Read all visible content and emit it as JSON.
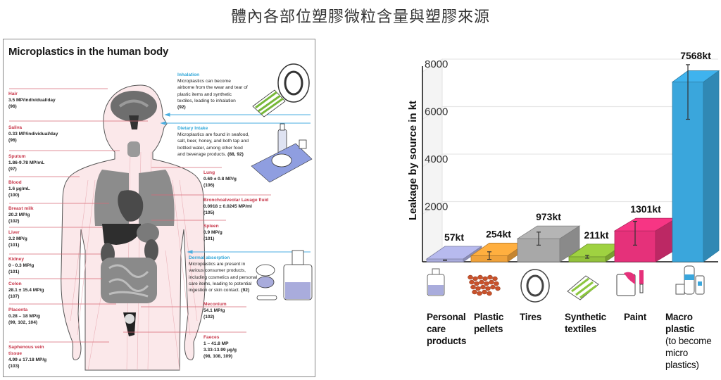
{
  "page": {
    "title": "體內各部位塑膠微粒含量與塑膠來源"
  },
  "body_infographic": {
    "title": "Microplastics in the human body",
    "left_labels": [
      {
        "name": "Hair",
        "value": "3.5 MP/individual/day",
        "ref": "(96)"
      },
      {
        "name": "Saliva",
        "value": "0.33 MP/individual/day",
        "ref": "(96)"
      },
      {
        "name": "Sputum",
        "value": "1.86-9.78 MP/mL",
        "ref": "(97)"
      },
      {
        "name": "Blood",
        "value": "1.6 µg/mL",
        "ref": "(100)"
      },
      {
        "name": "Breast milk",
        "value": "20.2 MP/g",
        "ref": "(102)"
      },
      {
        "name": "Liver",
        "value": "3.2 MP/g",
        "ref": "(101)"
      },
      {
        "name": "Kidney",
        "value": "0 - 0.3 MP/g",
        "ref": "(101)"
      },
      {
        "name": "Colon",
        "value": "28.1 ± 15.4 MP/g",
        "ref": "(107)"
      },
      {
        "name": "Placenta",
        "value": "0.28 – 18 MP/g",
        "ref": "(99, 102, 104)"
      },
      {
        "name": "Saphenous vein tissue",
        "value": "4.99 ± 17.18 MP/g",
        "ref": "(103)"
      }
    ],
    "right_labels": [
      {
        "name": "Lung",
        "value": "0.69 ± 0.8  MP/g",
        "ref": "(106)"
      },
      {
        "name": "Bronchoalveolar Lavage fluid",
        "value": "0.0918 ± 0.0245 MP/ml",
        "ref": "(105)"
      },
      {
        "name": "Spleen",
        "value": "0.9 MP/g",
        "ref": "(101)"
      },
      {
        "name": "Meconium",
        "value": "54.1 MP/g",
        "ref": "(102)"
      },
      {
        "name": "Faeces",
        "value": "1 – 41.8 MP",
        "value2": "3.33-13.99 µg/g",
        "ref": "(98, 108, 109)"
      }
    ],
    "routes": [
      {
        "name": "Inhalation",
        "desc": [
          "Microplastics can become",
          "airborne from the wear and tear of",
          "plastic items and synthetic",
          "textiles, leading to inhalation"
        ],
        "ref": "(92)",
        "icon": "tire-and-textile-icon"
      },
      {
        "name": "Dietary Intake",
        "desc": [
          "Microplastics are found in seafood,",
          "salt, beer, honey, and both tap and",
          "bottled water, among other food",
          "and beverage products."
        ],
        "ref": "(88, 92)",
        "icon": "food-and-drink-icon"
      },
      {
        "name": "Dermal absorption",
        "desc": [
          "Microplastics are present in",
          "various consumer products,",
          "including cosmetics and personal",
          "care items, leading to potential",
          "ingestion or skin contact."
        ],
        "ref": "(92)",
        "icon": "cosmetics-icon"
      }
    ],
    "colors": {
      "organ_label": "#c8374a",
      "route_label": "#2fa6d8",
      "leader_line": "#d96a76",
      "arrow": "#4aaee0"
    }
  },
  "chart_data": {
    "type": "bar",
    "title": "",
    "xlabel": "",
    "ylabel": "Leakage by source in kt",
    "ylim": [
      0,
      8000
    ],
    "yticks": [
      2000,
      4000,
      6000,
      8000
    ],
    "grid": true,
    "style": "3d-box",
    "categories": [
      "Personal care products",
      "Plastic pellets",
      "Tires",
      "Synthetic textiles",
      "Paint",
      "Macro plastic"
    ],
    "category_lines": [
      [
        "Personal",
        "care",
        "products"
      ],
      [
        "Plastic",
        "pellets"
      ],
      [
        "Tires"
      ],
      [
        "Synthetic",
        "textiles"
      ],
      [
        "Paint"
      ],
      [
        "Macro",
        "plastic"
      ]
    ],
    "category_sublines": [
      [],
      [],
      [],
      [],
      [],
      [
        "(to become",
        "micro",
        "plastics)"
      ]
    ],
    "values": [
      57,
      254,
      973,
      211,
      1301,
      7568
    ],
    "data_labels": [
      "57kt",
      "254kt",
      "973kt",
      "211kt",
      "1301kt",
      "7568kt"
    ],
    "error_bars": [
      [
        40,
        75
      ],
      [
        100,
        420
      ],
      [
        700,
        1250
      ],
      [
        150,
        270
      ],
      [
        700,
        1700
      ],
      [
        6000,
        8300
      ]
    ],
    "colors": [
      "#a9acdc",
      "#f0a23a",
      "#a8a8a8",
      "#93c23c",
      "#e5317a",
      "#3aa6dc"
    ],
    "icons": [
      "pump-bottle-icon",
      "pellets-icon",
      "tire-icon",
      "folded-shirt-icon",
      "paint-can-icon",
      "bottles-icon"
    ]
  }
}
